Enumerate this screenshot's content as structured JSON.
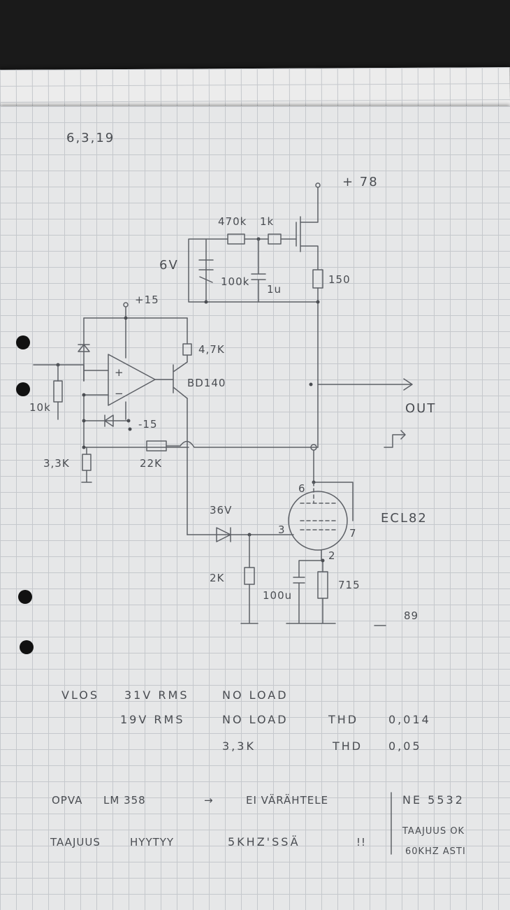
{
  "sheet": {
    "date": "6,3,19",
    "paper_color": "#e6e7e8",
    "grid_color": "#c5c8cc",
    "ink_color": "#4a4d52"
  },
  "schematic": {
    "supply_top": "+ 78",
    "r_470k": "470k",
    "r_1k": "1k",
    "zener_6v": "6V",
    "r_100k": "100k",
    "c_1u": "1u",
    "r_150": "150",
    "supply_pos15": "+15",
    "supply_neg15": "-15",
    "r_4k7": "4,7K",
    "transistor": "BD140",
    "r_10k": "10k",
    "r_3k3": "3,3K",
    "r_22k": "22K",
    "opamp_plus": "+",
    "opamp_minus": "−",
    "out_label": "OUT",
    "zener_36v": "36V",
    "tube": "ECL82",
    "pin_6": "6",
    "pin_3": "3",
    "pin_7": "7",
    "pin_2": "2",
    "r_2k": "2K",
    "c_100u": "100u",
    "r_715": "715",
    "note_89": "89"
  },
  "notes": {
    "line1_a": "VLOS",
    "line1_b": "31V RMS",
    "line1_c": "NO LOAD",
    "line2_a": "19V RMS",
    "line2_b": "NO LOAD",
    "line2_c": "THD",
    "line2_d": "0,014",
    "line3_a": "3,3K",
    "line3_b": "THD",
    "line3_c": "0,05",
    "line4_a": "OPVA",
    "line4_b": "LM 358",
    "line4_c": "→",
    "line4_d": "EI VÄRÄHTELE",
    "line4_e": "NE 5532",
    "line5_a": "TAAJUUS",
    "line5_b": "HYYTYY",
    "line5_c": "5KHZ'SSÄ",
    "line5_d": "!!",
    "line5_e": "TAAJUUS OK",
    "line5_f": "60KHZ ASTI"
  }
}
